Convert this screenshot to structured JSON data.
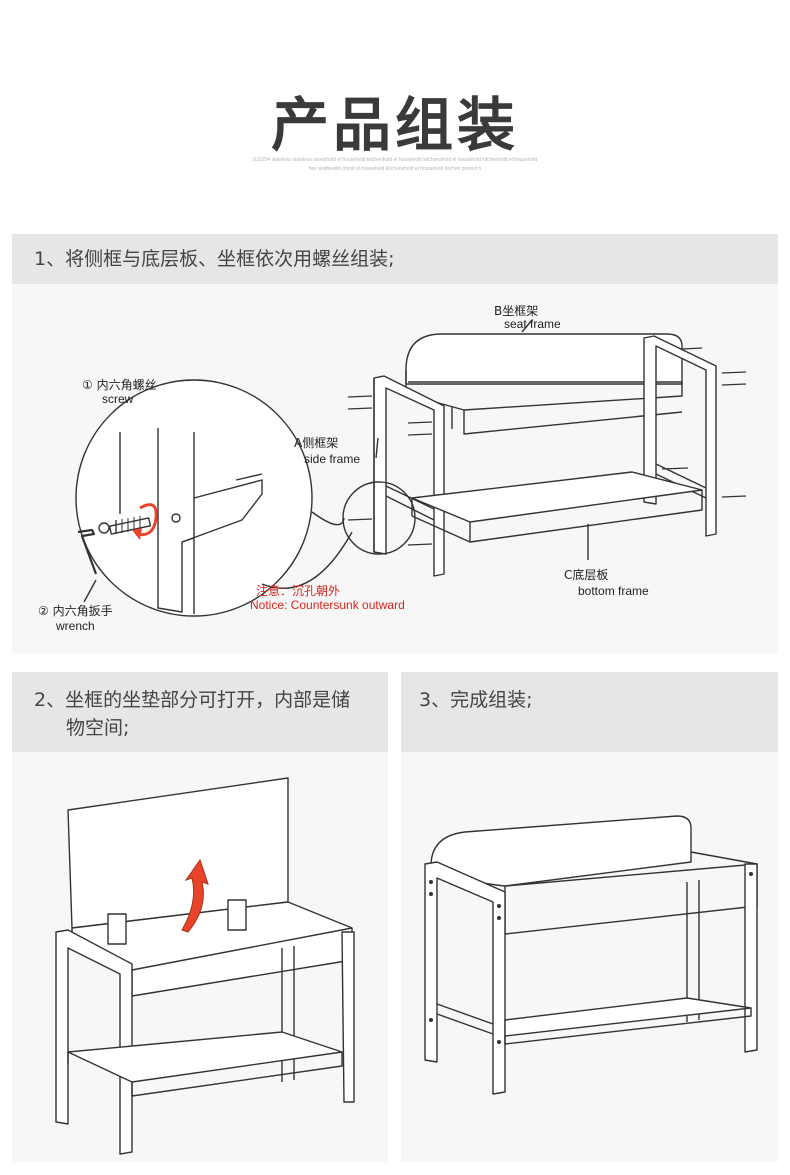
{
  "header": {
    "title": "产品组装",
    "subtitle_line1": "SJS204 stainless stainless steelshold el household kitchenhold el household kitchenshold el household kitchenhold el household",
    "subtitle_line2": "hey andheatlin,shold el household kitchenshold el household kitchen protect h"
  },
  "steps": [
    {
      "label": "1、将侧框与底层板、坐框依次用螺丝组装;"
    },
    {
      "label_line1": "2、坐框的坐垫部分可打开，内部是储",
      "label_line2": "物空间;"
    },
    {
      "label": "3、完成组装;"
    }
  ],
  "diagram1": {
    "seat_frame_cn": "B坐框架",
    "seat_frame_en": "seat frame",
    "side_frame_cn": "A侧框架",
    "side_frame_en": "side frame",
    "bottom_frame_cn": "C底层板",
    "bottom_frame_en": "bottom frame",
    "screw_cn": "① 内六角螺丝",
    "screw_en": "screw",
    "wrench_cn": "② 内六角扳手",
    "wrench_en": "wrench",
    "notice_cn": "注意：沉孔朝外",
    "notice_en": "Notice: Countersunk outward"
  },
  "colors": {
    "step_bar": "#e6e6e6",
    "panel": "#f7f7f7",
    "line": "#333333",
    "notice": "#d9261c",
    "arrow": "#e8442a"
  }
}
